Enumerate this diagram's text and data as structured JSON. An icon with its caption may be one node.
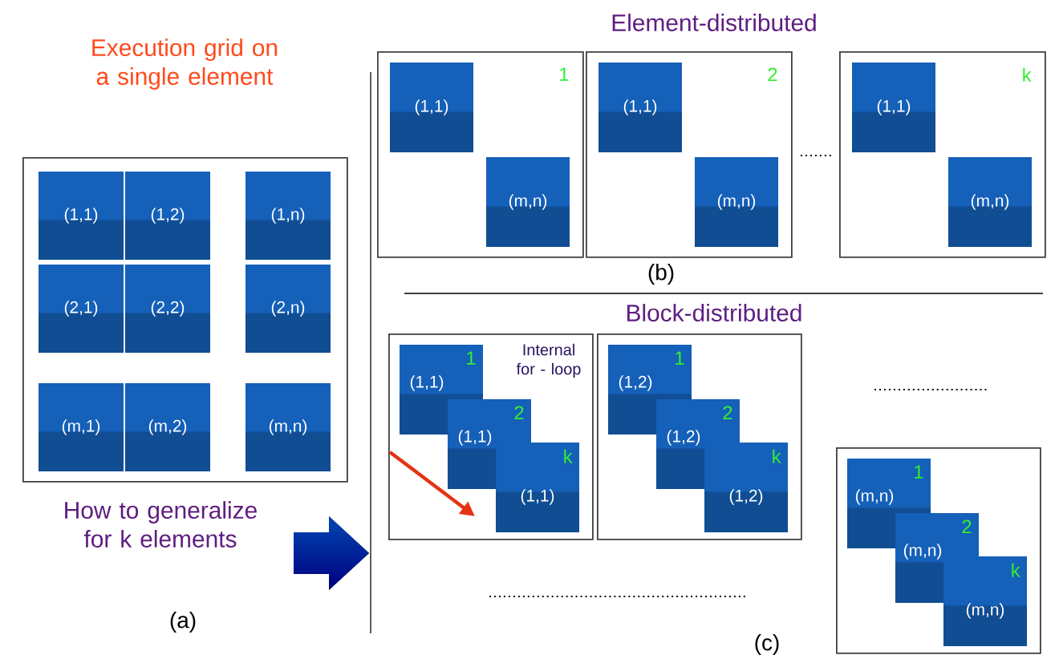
{
  "diagram": {
    "nodes": [
      {
        "text": [],
        "shape": "box"
      },
      {
        "text": [
          "(1,1)"
        ],
        "in": 0
      },
      {
        "text": [
          "(1,2)"
        ],
        "in": 0
      },
      {
        "text": [
          "(1,n)"
        ],
        "in": 0
      },
      {
        "text": [
          "(2,1)"
        ],
        "in": 0
      },
      {
        "text": [
          "(2,2)"
        ],
        "in": 0
      },
      {
        "text": [
          "(2,n)"
        ],
        "in": 0
      },
      {
        "text": [
          "(m,1)"
        ],
        "in": 0
      },
      {
        "text": [
          "(m,2)"
        ],
        "in": 0
      },
      {
        "text": [
          "(m,n)"
        ],
        "in": 0
      },
      {
        "text": [
          "1"
        ]
      },
      {
        "text": [
          "(1,1)"
        ],
        "in": 10
      },
      {
        "text": [
          "(m,n)"
        ],
        "in": 10
      },
      {
        "text": [
          "2"
        ]
      },
      {
        "text": [
          "(1,1)"
        ],
        "in": 13
      },
      {
        "text": [
          "(m,n)"
        ],
        "in": 13
      },
      {
        "text": [
          "k"
        ]
      },
      {
        "text": [
          "(1,1)"
        ],
        "in": 16
      },
      {
        "text": [
          "(m,n)"
        ],
        "in": 16
      },
      {
        "text": [],
        "shape": "box"
      },
      {
        "text": [
          "1",
          "(1,1)"
        ],
        "in": 19
      },
      {
        "text": [
          "2",
          "(1,1)"
        ],
        "in": 19
      },
      {
        "text": [
          "k",
          "(1,1)"
        ],
        "in": 19
      },
      {
        "text": [],
        "shape": "box"
      },
      {
        "text": [
          "1",
          "(1,2)"
        ],
        "in": 23
      },
      {
        "text": [
          "2",
          "(1,2)"
        ],
        "in": 23
      },
      {
        "text": [
          "k",
          "(1,2)"
        ],
        "in": 23
      },
      {
        "text": [],
        "shape": "box"
      },
      {
        "text": [
          "1",
          "(m,n)"
        ],
        "in": 27
      },
      {
        "text": [
          "2",
          "(m,n)"
        ],
        "in": 27
      },
      {
        "text": [
          "k",
          "(m,n)"
        ],
        "in": 27
      }
    ],
    "labels": [
      "Execution grid on a single element",
      "Element-distributed",
      "Block-distributed",
      "Internal for - loop",
      "How to generalize for k elements",
      "(a)",
      "(b)",
      "(c)"
    ]
  }
}
